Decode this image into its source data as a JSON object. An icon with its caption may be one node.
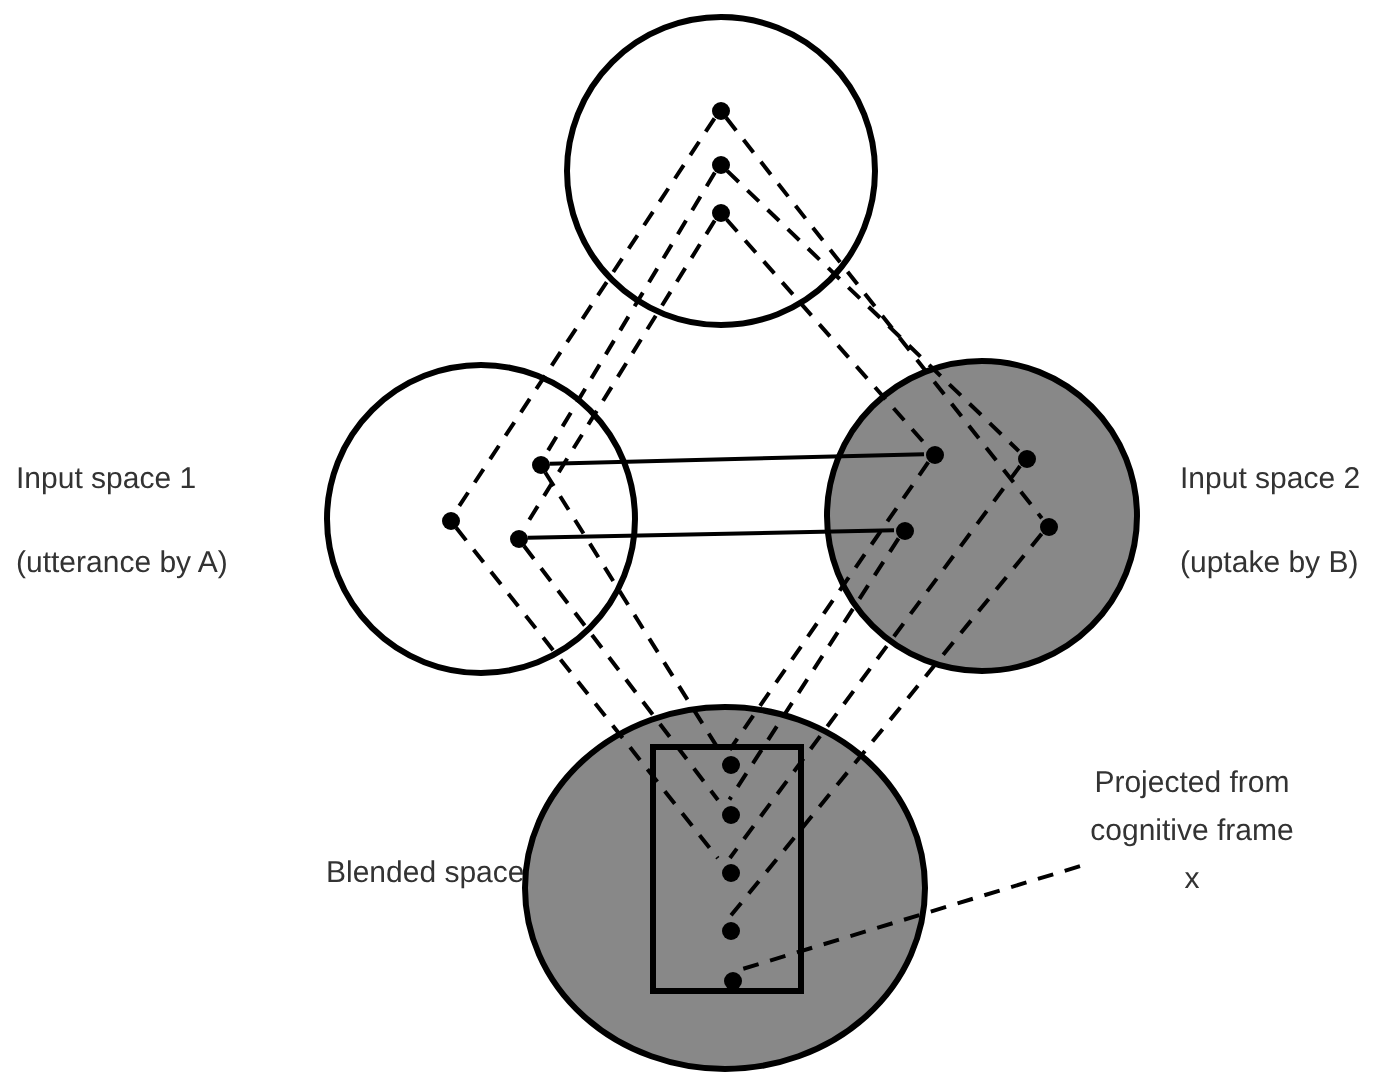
{
  "diagram": {
    "nodes": [
      {
        "text": [],
        "shape": "circle"
      },
      {
        "text": [],
        "shape": "circle",
        "in": 0
      },
      {
        "text": [],
        "shape": "circle",
        "in": 0
      },
      {
        "text": [],
        "shape": "circle",
        "in": 0
      },
      {
        "text": [
          "Input space 1",
          "(utterance by A)"
        ]
      },
      {
        "text": [],
        "shape": "circle",
        "in": 4
      },
      {
        "text": [],
        "shape": "circle",
        "in": 4
      },
      {
        "text": [],
        "shape": "circle",
        "in": 4
      },
      {
        "text": [
          "Input space 2",
          "(uptake by B)"
        ]
      },
      {
        "text": [],
        "shape": "circle",
        "in": 8
      },
      {
        "text": [],
        "shape": "circle",
        "in": 8
      },
      {
        "text": [],
        "shape": "circle",
        "in": 8
      },
      {
        "text": [],
        "shape": "circle",
        "in": 8
      },
      {
        "text": [
          "Blended space"
        ]
      },
      {
        "text": [],
        "shape": "box",
        "in": 13
      },
      {
        "text": [],
        "shape": "circle",
        "in": 14
      },
      {
        "text": [],
        "shape": "circle",
        "in": 14
      },
      {
        "text": [],
        "shape": "circle",
        "in": 14
      },
      {
        "text": [],
        "shape": "circle",
        "in": 14
      },
      {
        "text": [],
        "shape": "circle",
        "in": 14
      },
      {
        "text": [
          "Projected from cognitive frame x"
        ]
      }
    ],
    "edges": [
      {
        "from": 1,
        "to": 6,
        "arrow": "none",
        "style": "dashed"
      },
      {
        "from": 1,
        "to": 12,
        "arrow": "none",
        "style": "dashed"
      },
      {
        "from": 2,
        "to": 5,
        "arrow": "none",
        "style": "dashed"
      },
      {
        "from": 2,
        "to": 10,
        "arrow": "none",
        "style": "dashed"
      },
      {
        "from": 3,
        "to": 7,
        "arrow": "none",
        "style": "dashed"
      },
      {
        "from": 3,
        "to": 9,
        "arrow": "none",
        "style": "dashed"
      },
      {
        "from": 5,
        "to": 9,
        "arrow": "none"
      },
      {
        "from": 7,
        "to": 11,
        "arrow": "none"
      },
      {
        "from": 5,
        "to": 15,
        "arrow": "none",
        "style": "dashed"
      },
      {
        "from": 7,
        "to": 16,
        "arrow": "none",
        "style": "dashed"
      },
      {
        "from": 6,
        "to": 17,
        "arrow": "none",
        "style": "dashed"
      },
      {
        "from": 9,
        "to": 15,
        "arrow": "none",
        "style": "dashed"
      },
      {
        "from": 11,
        "to": 16,
        "arrow": "none",
        "style": "dashed"
      },
      {
        "from": 10,
        "to": 17,
        "arrow": "none",
        "style": "dashed"
      },
      {
        "from": 12,
        "to": 18,
        "arrow": "none",
        "style": "dashed"
      },
      {
        "from": 20,
        "to": 19,
        "arrow": "none",
        "style": "dashed"
      }
    ]
  }
}
